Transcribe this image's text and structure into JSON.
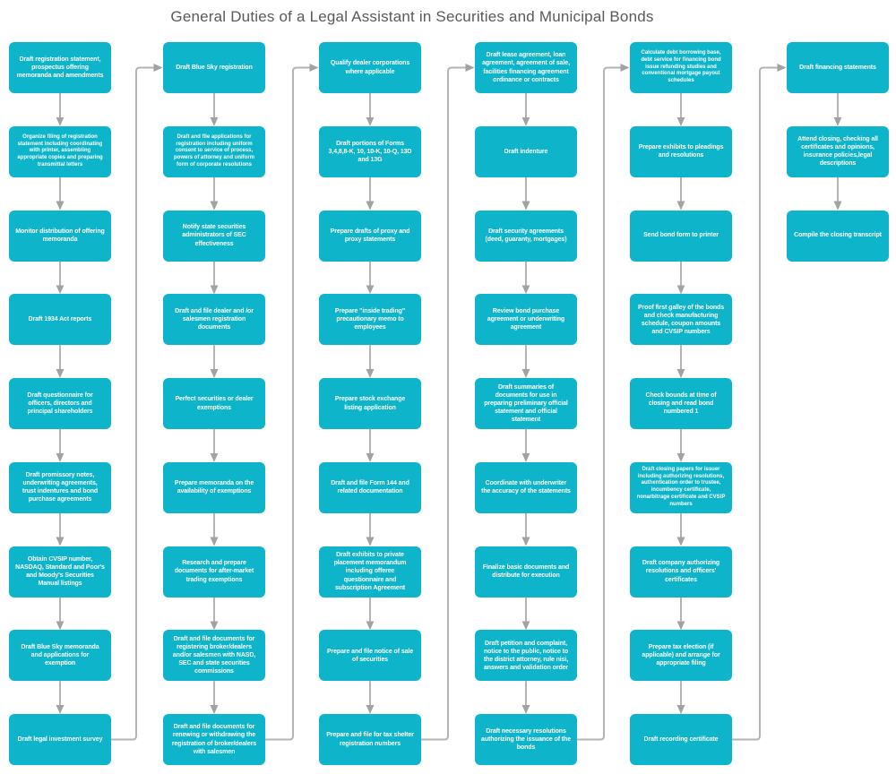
{
  "title": "General Duties of a Legal Assistant in Securities and Municipal Bonds",
  "colors": {
    "background": "#ffffff",
    "node_fill": "#0db4ca",
    "node_text": "#ffffff",
    "arrow_line": "#b4b4b4",
    "arrow_head": "#a2a2a2",
    "title_text": "#59595b"
  },
  "diagram": {
    "type": "flowchart",
    "flow": "top-to-bottom per column, last node of each column links to first node of next column",
    "columns": [
      {
        "nodes": [
          "Draft registration statement, prospectus offering memoranda and amendments",
          "Organize filing of registration statement including coordinating with printer, assembling appropriate copies and preparing transmittal letters",
          "Monitor distribution of offering memoranda",
          "Draft 1934 Act reports",
          "Draft questionnaire for officers, directors and principal shareholders",
          "Draft promissory notes, underwriting agreements, trust indentures and bond purchase agreements",
          "Obtain CVSIP number, NASDAQ, Standard and Poor's and Moody's Securities Manual listings",
          "Draft Blue Sky memoranda and applications for exemption",
          "Draft legal investment survey"
        ]
      },
      {
        "nodes": [
          "Draft Blue Sky registration",
          "Draft and file applications for registration including uniform consent to service of process, powers of attorney and uniform form of corporate resolutions",
          "Notify state securities administrators of SEC effectiveness",
          "Draft and file dealer and /or salesmen registration documents",
          "Perfect securities or dealer exemptions",
          "Prepare memoranda on the availability of exemptions",
          "Research and prepare documents for after-market trading exemptions",
          "Draft and file documents for registering broker/dealers and/or salesmen with NASD, SEC and state securities commissions",
          "Draft and file documents for renewing or withdrawing the registration of broker/dealers with salesmen"
        ]
      },
      {
        "nodes": [
          "Qualify dealer corporations where applicable",
          "Draft portions of Forms 3,4,8,8-K, 10, 10-K, 10-Q, 13D and 13G",
          "Prepare drafts of proxy and proxy statements",
          "Prepare \"inside trading\" precautionary memo to employees",
          "Prepare stock exchange listing application",
          "Draft and file Form 144 and related documentation",
          "Draft exhibits to private placement memorandum including offeree questionnaire and subscription Agreement",
          "Prepare and file notice of sale of securities",
          "Prepare and file for tax shelter registration numbers"
        ]
      },
      {
        "nodes": [
          "Draft lease agreement, loan agreement, agreement of sale, facilities financing agreement ordinance or contracts",
          "Draft indenture",
          "Draft security agreements (deed, guaranty, mortgages)",
          "Review bond purchase agreement or underwriting agreement",
          "Draft summaries of documents for use in preparing preliminary official statement and official statement",
          "Coordinate with underwriter the accuracy of the statements",
          "Finalize basic documents and distribute for execution",
          "Draft petition and complaint, notice to the public, notice to the district attorney, rule nisi, answers and validation order",
          "Draft necessary resolutions authorizing the issuance of the bonds"
        ]
      },
      {
        "nodes": [
          "Calculate debt borrowing base, debt service for financing bond issue refunding studies and conventional mortgage payout schedules",
          "Prepare exhibits to pleadings and resolutions",
          "Send bond form to printer",
          "Proof first galley of the bonds and check manufacturing schedule, coupon amounts and CVSIP numbers",
          "Check bounds at time of closing and read bond numbered 1",
          "Draft closing papers for issuer including authorizing resolutions, authentication order to trustee, incumbency certificate, nonarbitrage certificate and CVSIP numbers",
          "Draft company authorizing resolutions and officers' certificates",
          "Prepare tax election (if applicable) and arrange for appropriate filing",
          "Draft recording certificate"
        ]
      },
      {
        "nodes": [
          "Draft financing statements",
          "Attend closing, checking all certificates and opinions, insurance policies,legal descriptions",
          "Compile the closing transcript"
        ]
      }
    ]
  }
}
